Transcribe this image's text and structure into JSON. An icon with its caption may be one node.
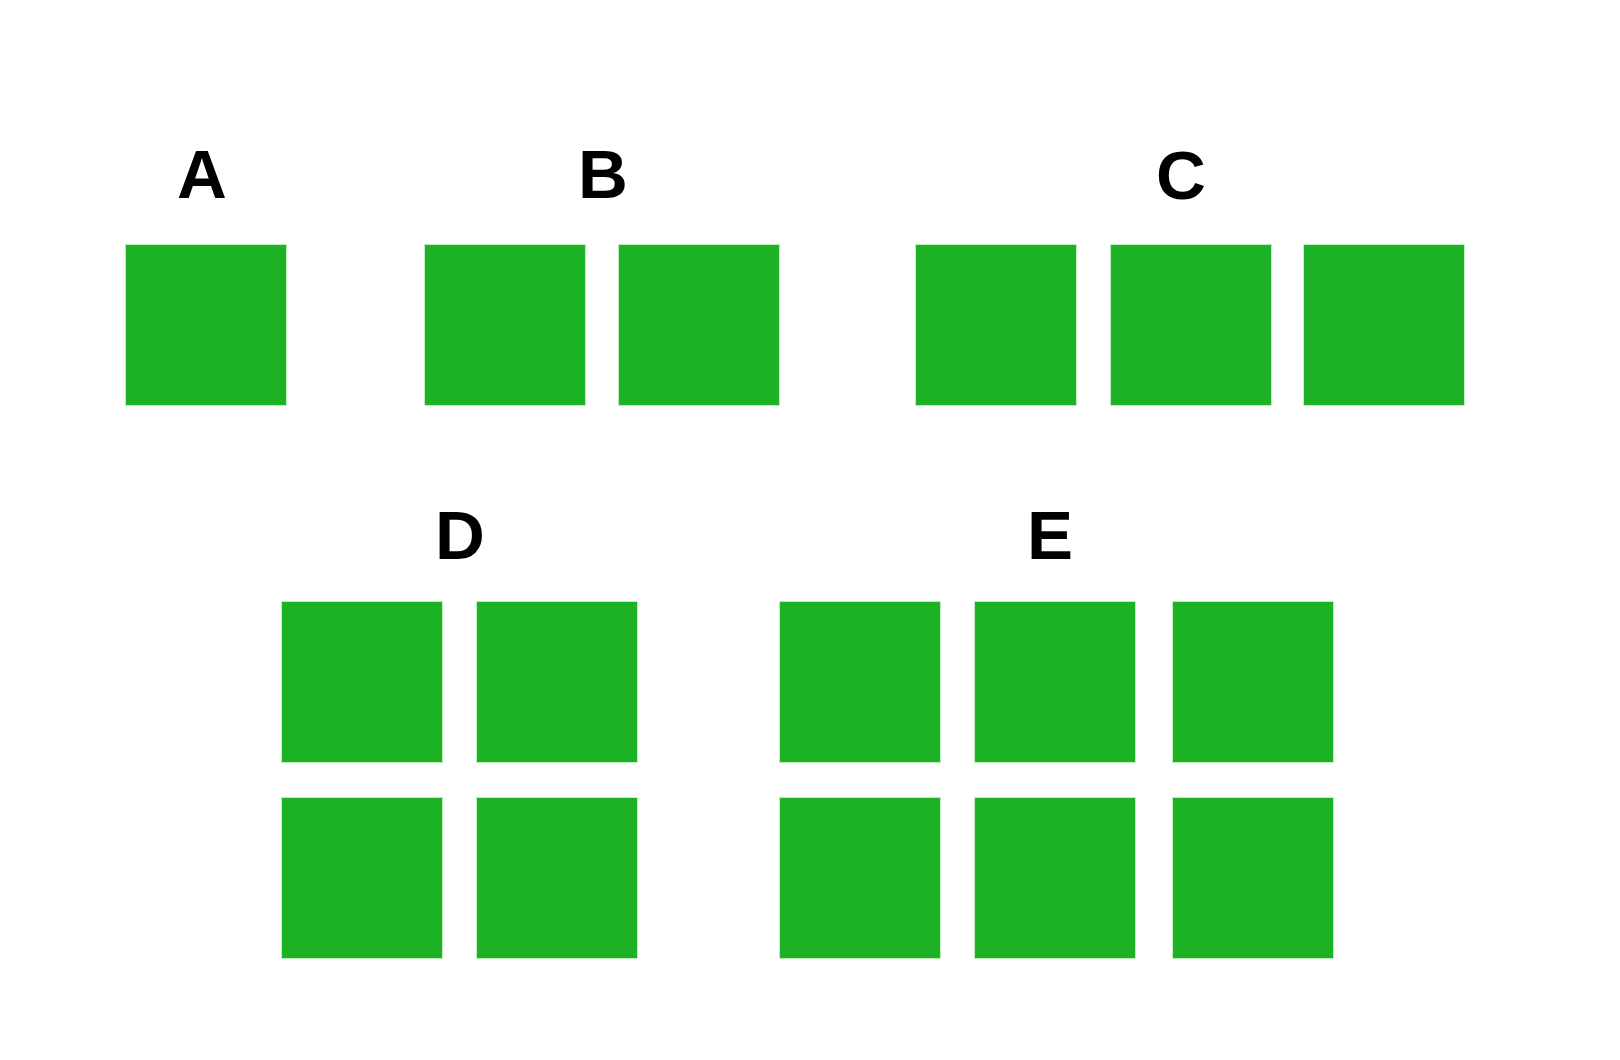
{
  "diagram": {
    "nodes": [
      {
        "text": [],
        "shape": "box"
      },
      {
        "text": [],
        "shape": "box"
      },
      {
        "text": [],
        "shape": "box"
      },
      {
        "text": [],
        "shape": "box"
      },
      {
        "text": [],
        "shape": "box"
      },
      {
        "text": [],
        "shape": "box"
      },
      {
        "text": [],
        "shape": "box"
      },
      {
        "text": [],
        "shape": "box"
      },
      {
        "text": [],
        "shape": "box"
      },
      {
        "text": [],
        "shape": "box"
      },
      {
        "text": [],
        "shape": "box"
      },
      {
        "text": [],
        "shape": "box"
      },
      {
        "text": [],
        "shape": "box"
      },
      {
        "text": [],
        "shape": "box"
      },
      {
        "text": [],
        "shape": "box"
      },
      {
        "text": [],
        "shape": "box"
      }
    ],
    "labels": [
      "A",
      "B",
      "C",
      "D",
      "E"
    ]
  }
}
